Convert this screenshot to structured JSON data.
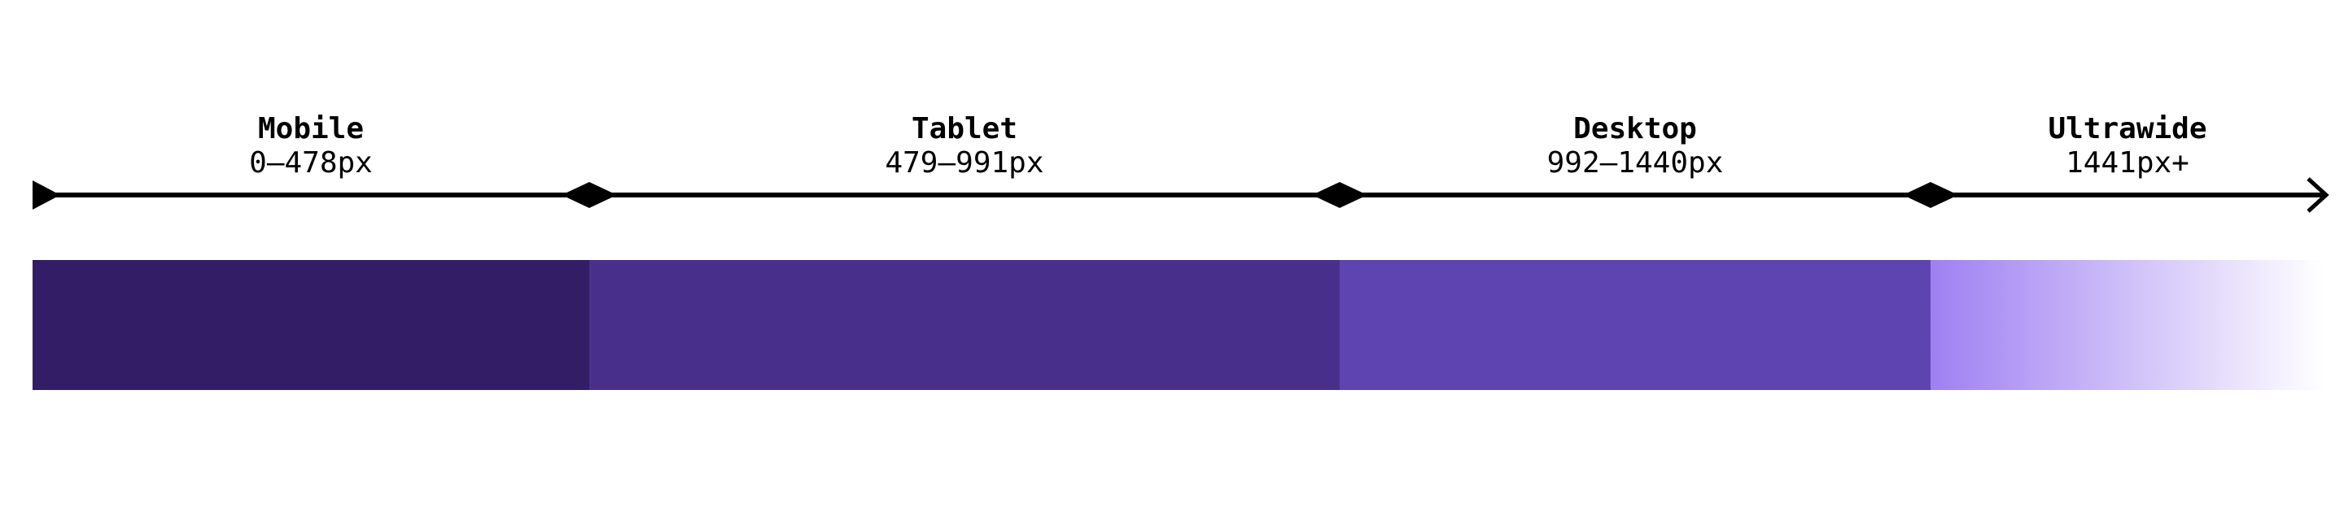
{
  "breakpoints": [
    {
      "name": "Mobile",
      "range": "0–478px",
      "color": "#331d66"
    },
    {
      "name": "Tablet",
      "range": "479–991px",
      "color": "#482f8c"
    },
    {
      "name": "Desktop",
      "range": "992–1440px",
      "color": "#5e44b0"
    },
    {
      "name": "Ultrawide",
      "range": "1441px+",
      "color": "#9f80f2"
    }
  ],
  "axis_color": "#000000"
}
